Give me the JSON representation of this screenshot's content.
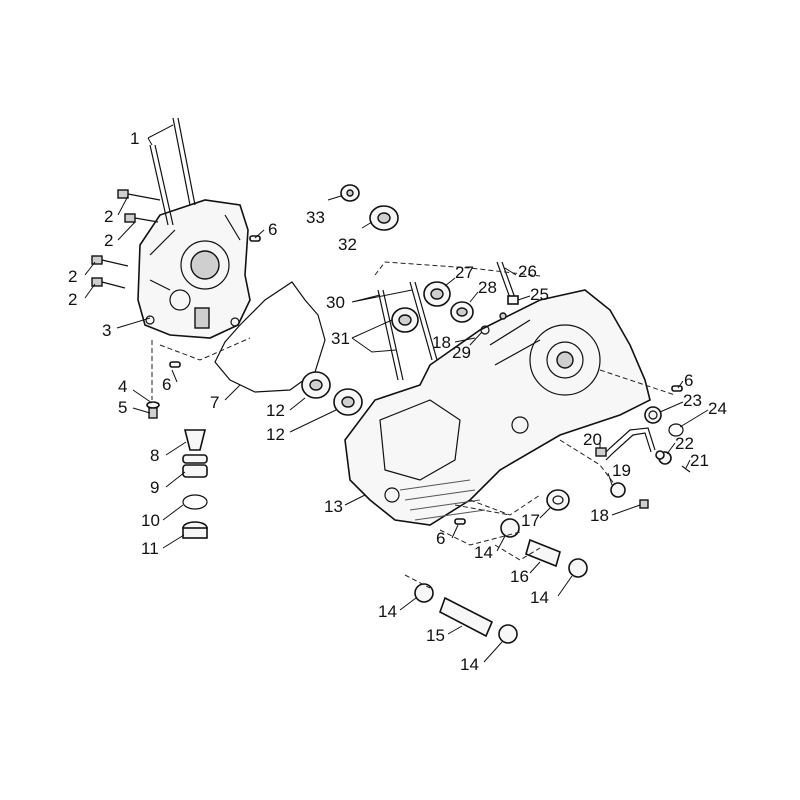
{
  "callouts": {
    "c1": "1",
    "c2a": "2",
    "c2b": "2",
    "c2c": "2",
    "c2d": "2",
    "c3": "3",
    "c4": "4",
    "c5": "5",
    "c6a": "6",
    "c6b": "6",
    "c6c": "6",
    "c6d": "6",
    "c7": "7",
    "c8": "8",
    "c9": "9",
    "c10": "10",
    "c11": "11",
    "c12a": "12",
    "c12b": "12",
    "c13": "13",
    "c14a": "14",
    "c14b": "14",
    "c14c": "14",
    "c14d": "14",
    "c15": "15",
    "c16": "16",
    "c17": "17",
    "c18a": "18",
    "c18b": "18",
    "c19": "19",
    "c20": "20",
    "c21": "21",
    "c22": "22",
    "c23": "23",
    "c24": "24",
    "c25": "25",
    "c26": "26",
    "c27": "27",
    "c28": "28",
    "c29": "29",
    "c30": "30",
    "c31": "31",
    "c32": "32",
    "c33": "33"
  }
}
